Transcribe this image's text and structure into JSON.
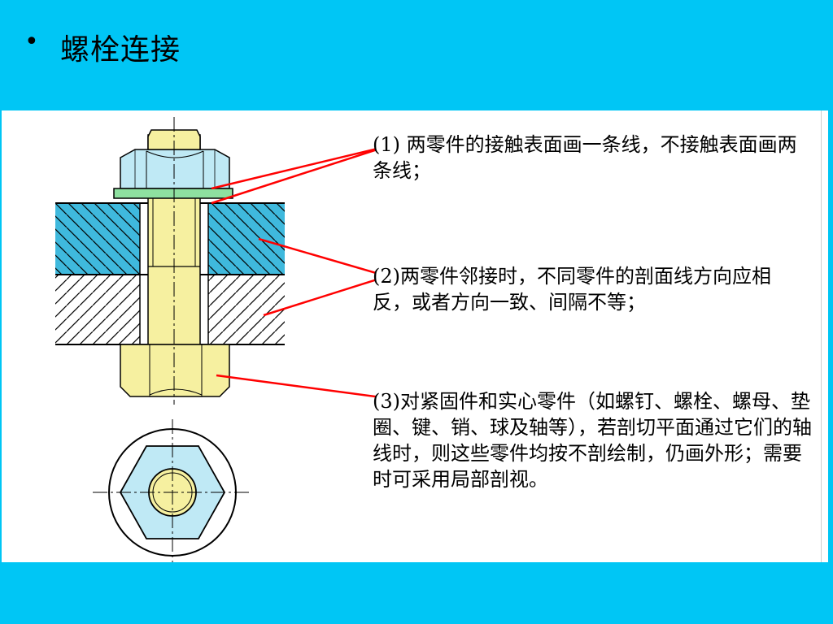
{
  "slide": {
    "bullet": "•",
    "title": "螺栓连接"
  },
  "notes": [
    {
      "text": "(1) 两零件的接触表面画一条线，不接触表面画两条线；"
    },
    {
      "text": "(2)两零件邻接时，不同零件的剖面线方向应相反，或者方向一致、间隔不等；"
    },
    {
      "text": "(3)对紧固件和实心零件（如螺钉、螺栓、螺母、垫圈、键、销、球及轴等），若剖切平面通过它们的轴线时，则这些零件均按不剖绘制，仍画外形；需要时可采用局部剖视。"
    }
  ],
  "colors": {
    "background": "#00c6f5",
    "panel": "#ffffff",
    "nut_fill": "#bfe9f5",
    "bolt_fill": "#f6f0a0",
    "washer_fill": "#8ee0a0",
    "upper_plate_fill": "#3fb9dd",
    "leader_line": "#ff0000",
    "outline": "#000000"
  }
}
